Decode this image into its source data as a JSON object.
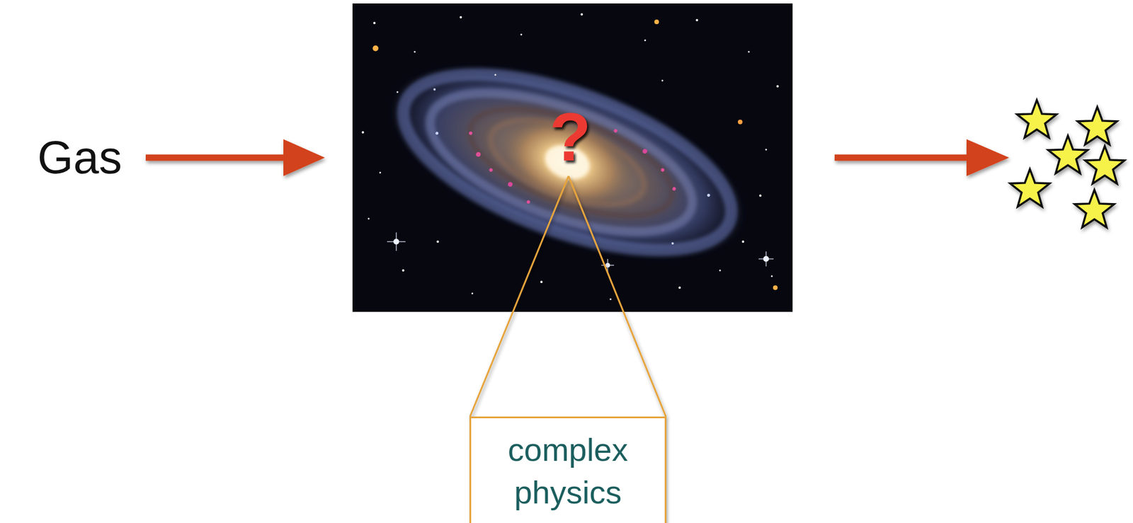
{
  "diagram": {
    "nodes": [
      {
        "text": [
          "complex physics"
        ]
      }
    ],
    "labels": [
      "Gas",
      "?"
    ]
  }
}
